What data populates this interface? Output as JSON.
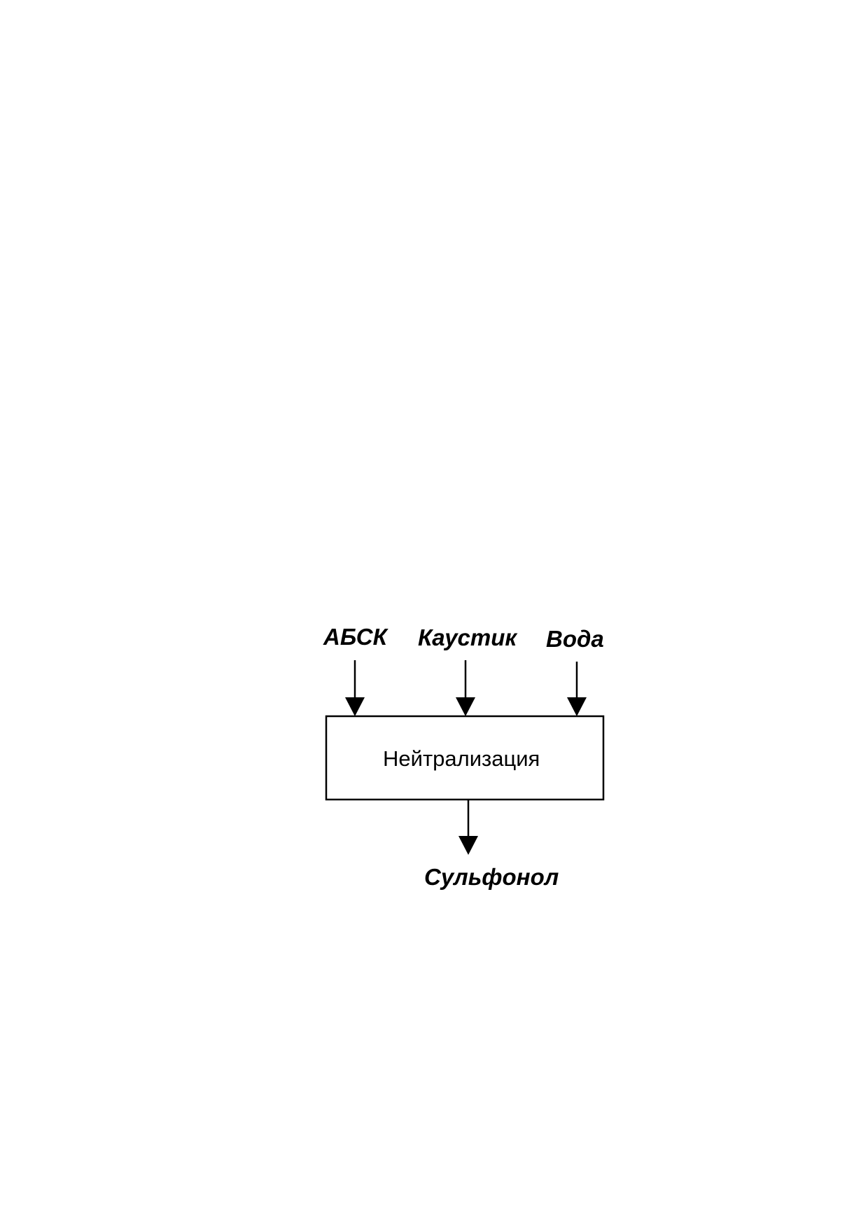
{
  "inputs": [
    {
      "label": "АБСК"
    },
    {
      "label": "Каустик"
    },
    {
      "label": "Вода"
    }
  ],
  "process": {
    "label": "Нейтрализация"
  },
  "output": {
    "label": "Сульфонол"
  },
  "colors": {
    "line": "#000000",
    "background": "#ffffff"
  }
}
